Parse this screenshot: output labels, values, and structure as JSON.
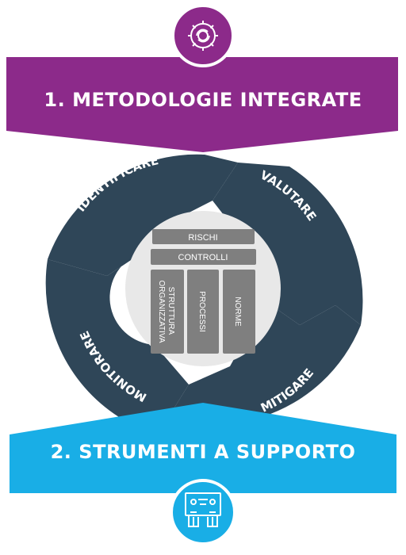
{
  "top_banner": {
    "title": "1. METODOLOGIE INTEGRATE",
    "icon": "gear-cycle-icon",
    "color": "#8c2a8a"
  },
  "bottom_banner": {
    "title": "2. STRUMENTI A SUPPORTO",
    "icon": "presentation-board-icon",
    "color": "#19aee6"
  },
  "cycle": {
    "color": "#2f4658",
    "steps": [
      "IDENTIFICARE",
      "VALUTARE",
      "MITIGARE",
      "MONITORARE"
    ]
  },
  "center": {
    "box_color": "#7f7f7f",
    "background": "#e8e8e8",
    "top_rows": [
      "RISCHI",
      "CONTROLLI"
    ],
    "pillars": [
      "STRUTTURA ORGANIZZATIVA",
      "PROCESSI",
      "NORME"
    ]
  }
}
